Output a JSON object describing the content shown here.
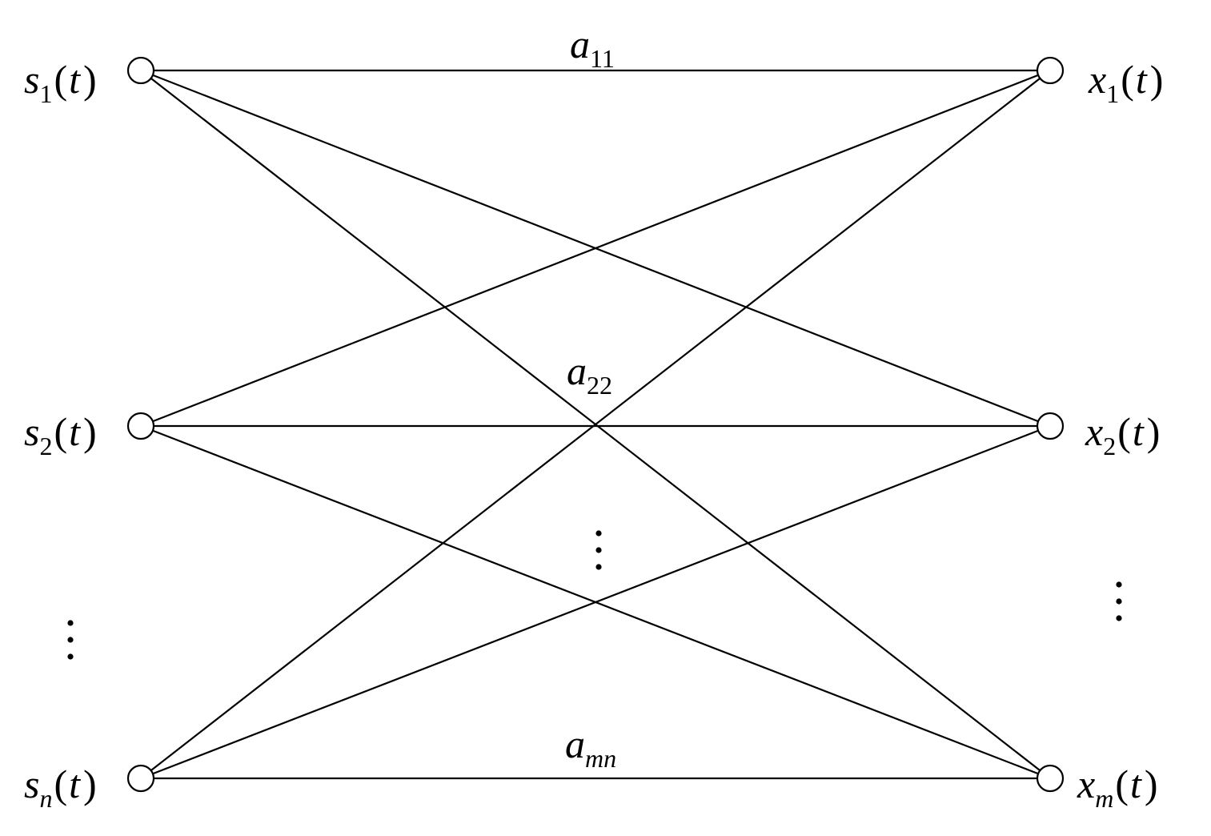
{
  "sources": [
    {
      "id": "s1",
      "base": "s",
      "sub": "1",
      "arg": "t",
      "sub_italic": false
    },
    {
      "id": "s2",
      "base": "s",
      "sub": "2",
      "arg": "t",
      "sub_italic": false
    },
    {
      "id": "sn",
      "base": "s",
      "sub": "n",
      "arg": "t",
      "sub_italic": true
    }
  ],
  "outputs": [
    {
      "id": "x1",
      "base": "x",
      "sub": "1",
      "arg": "t",
      "sub_italic": false
    },
    {
      "id": "x2",
      "base": "x",
      "sub": "2",
      "arg": "t",
      "sub_italic": false
    },
    {
      "id": "xm",
      "base": "x",
      "sub": "m",
      "arg": "t",
      "sub_italic": true
    }
  ],
  "weights": [
    {
      "id": "a11",
      "base": "a",
      "sub": "11",
      "sub_italic": false
    },
    {
      "id": "a22",
      "base": "a",
      "sub": "22",
      "sub_italic": false
    },
    {
      "id": "amn",
      "base": "a",
      "sub": "mn",
      "sub_italic": true
    }
  ],
  "edges": [
    [
      "s1",
      "x1"
    ],
    [
      "s1",
      "x2"
    ],
    [
      "s1",
      "xm"
    ],
    [
      "s2",
      "x1"
    ],
    [
      "s2",
      "x2"
    ],
    [
      "s2",
      "xm"
    ],
    [
      "sn",
      "x1"
    ],
    [
      "sn",
      "x2"
    ],
    [
      "sn",
      "xm"
    ]
  ],
  "ellipsis": [
    "left-column",
    "middle",
    "right-column"
  ]
}
